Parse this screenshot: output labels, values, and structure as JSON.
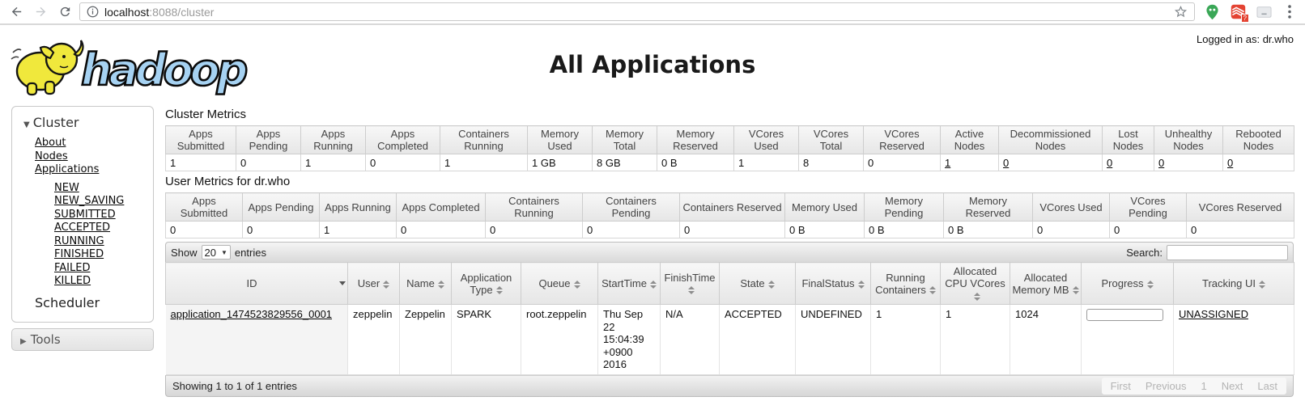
{
  "browser": {
    "url_host": "localhost",
    "url_path": ":8088/cluster",
    "extension_badge": "?"
  },
  "header": {
    "logged_in": "Logged in as: dr.who",
    "logo_text": "hadoop",
    "title": "All Applications"
  },
  "sidebar": {
    "cluster_label": "Cluster",
    "items": [
      {
        "label": "About"
      },
      {
        "label": "Nodes"
      },
      {
        "label": "Applications"
      }
    ],
    "sub_items": [
      {
        "label": "NEW"
      },
      {
        "label": "NEW_SAVING"
      },
      {
        "label": "SUBMITTED"
      },
      {
        "label": "ACCEPTED"
      },
      {
        "label": "RUNNING"
      },
      {
        "label": "FINISHED"
      },
      {
        "label": "FAILED"
      },
      {
        "label": "KILLED"
      }
    ],
    "scheduler_label": "Scheduler",
    "tools_label": "Tools"
  },
  "cluster_metrics": {
    "title": "Cluster Metrics",
    "columns": [
      "Apps Submitted",
      "Apps Pending",
      "Apps Running",
      "Apps Completed",
      "Containers Running",
      "Memory Used",
      "Memory Total",
      "Memory Reserved",
      "VCores Used",
      "VCores Total",
      "VCores Reserved",
      "Active Nodes",
      "Decommissioned Nodes",
      "Lost Nodes",
      "Unhealthy Nodes",
      "Rebooted Nodes"
    ],
    "values": [
      "1",
      "0",
      "1",
      "0",
      "1",
      "1 GB",
      "8 GB",
      "0 B",
      "1",
      "8",
      "0",
      "1",
      "0",
      "0",
      "0",
      "0"
    ]
  },
  "user_metrics": {
    "title": "User Metrics for dr.who",
    "columns": [
      "Apps Submitted",
      "Apps Pending",
      "Apps Running",
      "Apps Completed",
      "Containers Running",
      "Containers Pending",
      "Containers Reserved",
      "Memory Used",
      "Memory Pending",
      "Memory Reserved",
      "VCores Used",
      "VCores Pending",
      "VCores Reserved"
    ],
    "values": [
      "0",
      "0",
      "1",
      "0",
      "0",
      "0",
      "0",
      "0 B",
      "0 B",
      "0 B",
      "0",
      "0",
      "0"
    ]
  },
  "apps_table": {
    "show_label": "Show",
    "show_value": "20",
    "entries_label": "entries",
    "search_label": "Search:",
    "search_value": "",
    "columns": [
      "ID",
      "User",
      "Name",
      "Application Type",
      "Queue",
      "StartTime",
      "FinishTime",
      "State",
      "FinalStatus",
      "Running Containers",
      "Allocated CPU VCores",
      "Allocated Memory MB",
      "Progress",
      "Tracking UI"
    ],
    "row": {
      "id": "application_1474523829556_0001",
      "user": "zeppelin",
      "name": "Zeppelin",
      "application_type": "SPARK",
      "queue": "root.zeppelin",
      "start_time": "Thu Sep 22 15:04:39 +0900 2016",
      "finish_time": "N/A",
      "state": "ACCEPTED",
      "final_status": "UNDEFINED",
      "running_containers": "1",
      "allocated_cpu_vcores": "1",
      "allocated_memory_mb": "1024",
      "progress_percent": "0",
      "tracking_ui": "UNASSIGNED"
    },
    "footer_status": "Showing 1 to 1 of 1 entries",
    "pagination": [
      "First",
      "Previous",
      "1",
      "Next",
      "Last"
    ]
  }
}
